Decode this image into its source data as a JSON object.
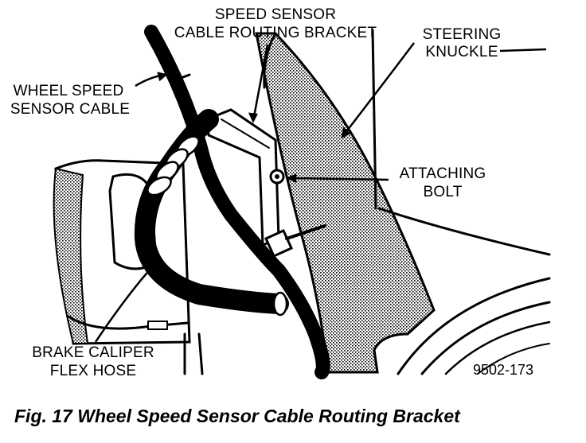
{
  "figure": {
    "labels": {
      "speed_sensor_bracket": [
        "SPEED SENSOR",
        "CABLE ROUTING BRACKET"
      ],
      "steering_knuckle": [
        "STEERING",
        "KNUCKLE"
      ],
      "wheel_speed_cable": [
        "WHEEL SPEED",
        "SENSOR CABLE"
      ],
      "attaching_bolt": [
        "ATTACHING",
        "BOLT"
      ],
      "brake_caliper_hose": [
        "BRAKE CALIPER",
        "FLEX HOSE"
      ]
    },
    "figure_code": "9502-173",
    "caption": "Fig. 17 Wheel Speed Sensor Cable Routing Bracket"
  }
}
